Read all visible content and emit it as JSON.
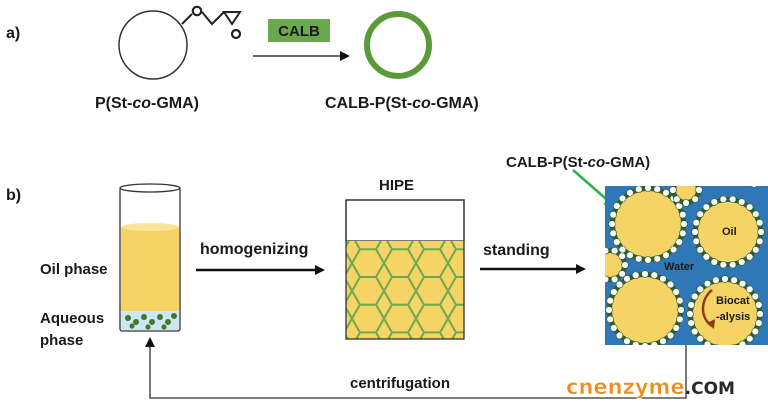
{
  "panel_a": {
    "tag": "a)",
    "reagent": "CALB",
    "left_label": {
      "pre": "P(St-",
      "italic": "co",
      "post": "-GMA)"
    },
    "right_label": {
      "pre": "CALB-P(St-",
      "italic": "co",
      "post": "-GMA)"
    }
  },
  "panel_b": {
    "tag": "b)",
    "tube_labels": {
      "oil": "Oil phase",
      "aqueous_line1": "Aqueous",
      "aqueous_line2": "phase"
    },
    "step1": "homogenizing",
    "hipe": "HIPE",
    "step2": "standing",
    "top_label": {
      "pre": "CALB-P(St-",
      "italic": "co",
      "post": "-GMA)"
    },
    "inset": {
      "oil": "Oil",
      "water": "Water",
      "bio_line1": "Biocat",
      "bio_line2": "-alysis"
    },
    "recycle": "centrifugation"
  },
  "watermark": {
    "brand": "cnenzyme",
    "suffix": ".COM"
  },
  "colors": {
    "green": "#5b9a3a",
    "calb_box": "#6aa84f",
    "oil": "#f6d365",
    "water_blue": "#2f78b8",
    "arrow_green": "#2bb24c",
    "dark_green": "#2e5e2a",
    "watermark_orange": "#f08a1c"
  }
}
